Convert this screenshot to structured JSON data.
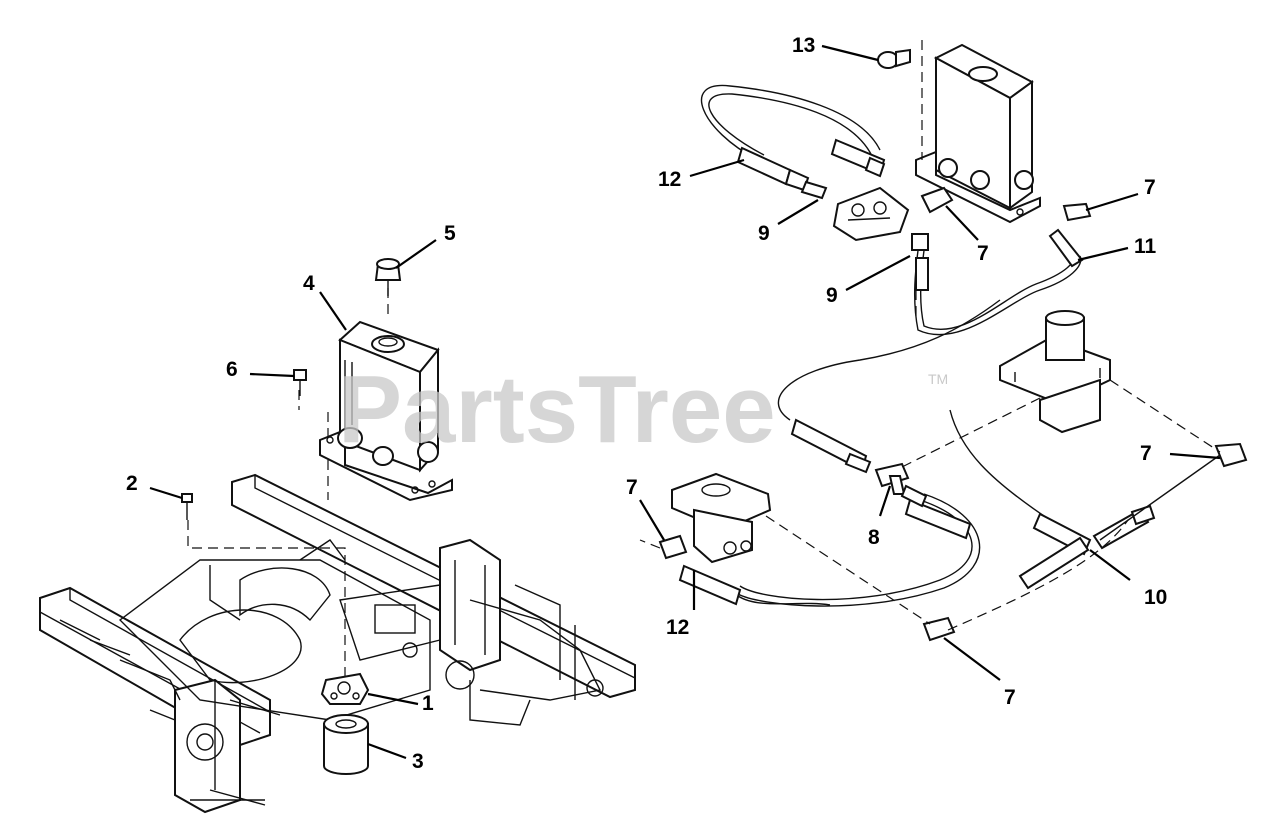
{
  "watermark": {
    "text": "PartsTree",
    "mark": "TM"
  },
  "callouts": [
    {
      "id": "c13",
      "label": "13"
    },
    {
      "id": "c12a",
      "label": "12"
    },
    {
      "id": "c9a",
      "label": "9"
    },
    {
      "id": "c7a",
      "label": "7"
    },
    {
      "id": "c7b",
      "label": "7"
    },
    {
      "id": "c11",
      "label": "11"
    },
    {
      "id": "c9b",
      "label": "9"
    },
    {
      "id": "c5",
      "label": "5"
    },
    {
      "id": "c4",
      "label": "4"
    },
    {
      "id": "c6",
      "label": "6"
    },
    {
      "id": "c2",
      "label": "2"
    },
    {
      "id": "c7c",
      "label": "7"
    },
    {
      "id": "c7d",
      "label": "7"
    },
    {
      "id": "c8",
      "label": "8"
    },
    {
      "id": "c10",
      "label": "10"
    },
    {
      "id": "c12b",
      "label": "12"
    },
    {
      "id": "c7e",
      "label": "7"
    },
    {
      "id": "c1",
      "label": "1"
    },
    {
      "id": "c3",
      "label": "3"
    }
  ]
}
